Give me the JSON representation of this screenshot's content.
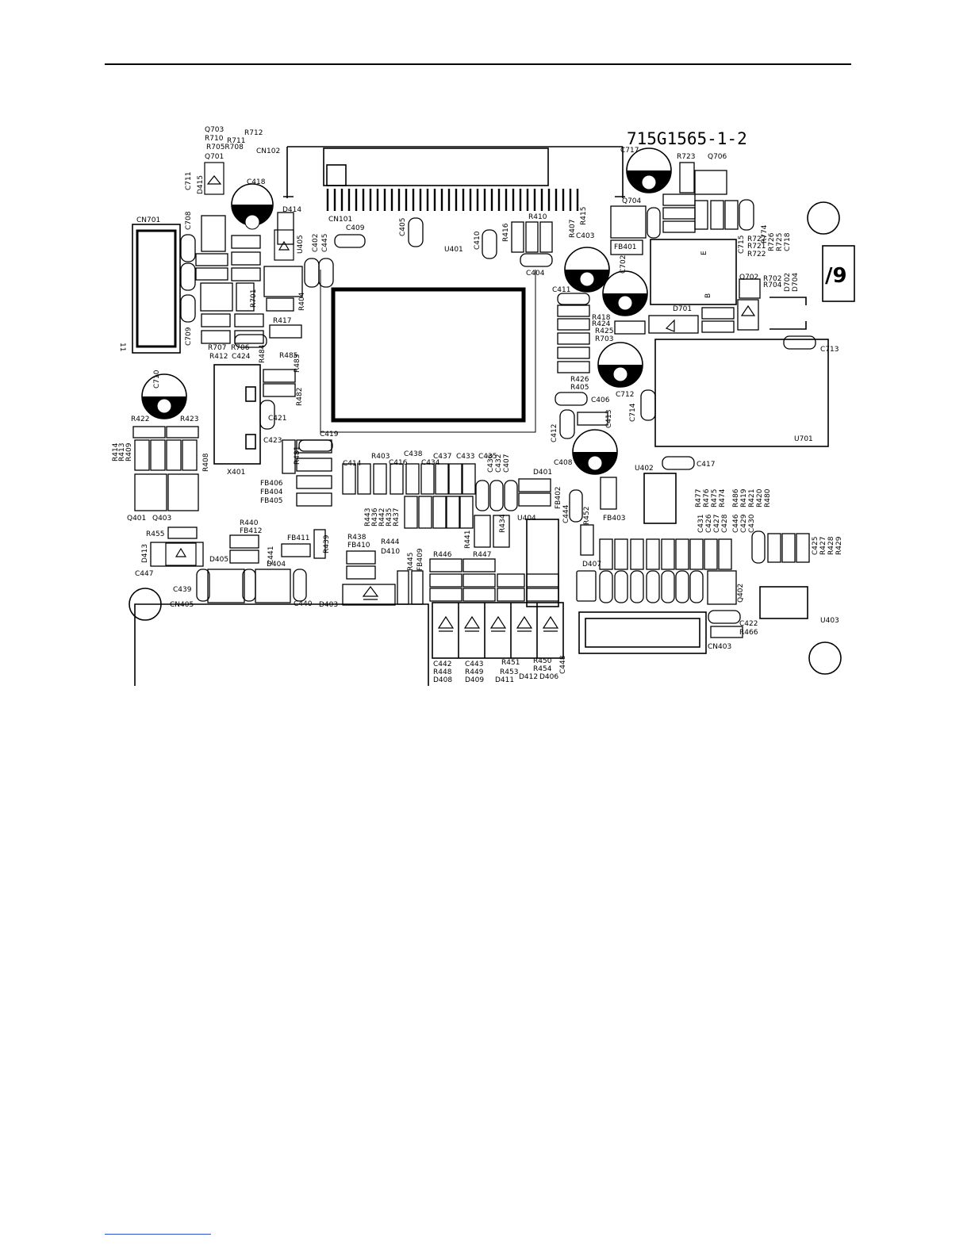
{
  "board": {
    "part_number": "715G1565-1-2",
    "corner_mark": "/9",
    "edge_mark": "11",
    "labels": [
      {
        "id": "q703",
        "text": "Q703"
      },
      {
        "id": "r712",
        "text": "R712"
      },
      {
        "id": "r710",
        "text": "R710"
      },
      {
        "id": "r711",
        "text": "R711"
      },
      {
        "id": "r705r708",
        "text": "R705R708"
      },
      {
        "id": "cn102",
        "text": "CN102"
      },
      {
        "id": "q701",
        "text": "Q701"
      },
      {
        "id": "c717",
        "text": "C717"
      },
      {
        "id": "r723",
        "text": "R723"
      },
      {
        "id": "q706",
        "text": "Q706"
      },
      {
        "id": "c711",
        "text": "C711"
      },
      {
        "id": "d415",
        "text": "D415"
      },
      {
        "id": "c418",
        "text": "C418"
      },
      {
        "id": "d414",
        "text": "D414"
      },
      {
        "id": "cn101",
        "text": "CN101"
      },
      {
        "id": "q704",
        "text": "Q704"
      },
      {
        "id": "cn701",
        "text": "CN701"
      },
      {
        "id": "c708",
        "text": "C708"
      },
      {
        "id": "c409",
        "text": "C409"
      },
      {
        "id": "c405",
        "text": "C405"
      },
      {
        "id": "c410",
        "text": "C410"
      },
      {
        "id": "r416",
        "text": "R416"
      },
      {
        "id": "r410",
        "text": "R410"
      },
      {
        "id": "r407",
        "text": "R407"
      },
      {
        "id": "r415",
        "text": "R415"
      },
      {
        "id": "c403",
        "text": "C403"
      },
      {
        "id": "r727",
        "text": "R727"
      },
      {
        "id": "c715",
        "text": "C715"
      },
      {
        "id": "r721",
        "text": "R721"
      },
      {
        "id": "r722",
        "text": "R722"
      },
      {
        "id": "r774",
        "text": "R774"
      },
      {
        "id": "r726",
        "text": "R726"
      },
      {
        "id": "r725",
        "text": "R725"
      },
      {
        "id": "c718",
        "text": "C718"
      },
      {
        "id": "c402",
        "text": "C402"
      },
      {
        "id": "c445",
        "text": "C445"
      },
      {
        "id": "u405",
        "text": "U405"
      },
      {
        "id": "u401",
        "text": "U401"
      },
      {
        "id": "fb401",
        "text": "FB401"
      },
      {
        "id": "c404",
        "text": "C404"
      },
      {
        "id": "c702",
        "text": "C702"
      },
      {
        "id": "e-mark",
        "text": "E"
      },
      {
        "id": "b-mark",
        "text": "B"
      },
      {
        "id": "q702",
        "text": "Q702"
      },
      {
        "id": "r702",
        "text": "R702"
      },
      {
        "id": "r704",
        "text": "R704"
      },
      {
        "id": "d702",
        "text": "D702"
      },
      {
        "id": "d704",
        "text": "D704"
      },
      {
        "id": "r701",
        "text": "R701"
      },
      {
        "id": "c411",
        "text": "C411"
      },
      {
        "id": "r404",
        "text": "R404"
      },
      {
        "id": "d701",
        "text": "D701"
      },
      {
        "id": "r417",
        "text": "R417"
      },
      {
        "id": "r418",
        "text": "R418"
      },
      {
        "id": "r424",
        "text": "R424"
      },
      {
        "id": "r425",
        "text": "R425"
      },
      {
        "id": "r703",
        "text": "R703"
      },
      {
        "id": "c709",
        "text": "C709"
      },
      {
        "id": "c712",
        "text": "C712"
      },
      {
        "id": "r707",
        "text": "R707"
      },
      {
        "id": "r706",
        "text": "R706"
      },
      {
        "id": "r412",
        "text": "R412"
      },
      {
        "id": "c424",
        "text": "C424"
      },
      {
        "id": "r484",
        "text": "R484"
      },
      {
        "id": "r485",
        "text": "R485"
      },
      {
        "id": "r483",
        "text": "R483"
      },
      {
        "id": "c713",
        "text": "C713"
      },
      {
        "id": "r482",
        "text": "R482"
      },
      {
        "id": "r426",
        "text": "R426"
      },
      {
        "id": "r405",
        "text": "R405"
      },
      {
        "id": "c406",
        "text": "C406"
      },
      {
        "id": "c710",
        "text": "C710"
      },
      {
        "id": "c421",
        "text": "C421"
      },
      {
        "id": "c413",
        "text": "C413"
      },
      {
        "id": "c714",
        "text": "C714"
      },
      {
        "id": "r422",
        "text": "R422"
      },
      {
        "id": "r423",
        "text": "R423"
      },
      {
        "id": "c412",
        "text": "C412"
      },
      {
        "id": "u701",
        "text": "U701"
      },
      {
        "id": "c423",
        "text": "C423"
      },
      {
        "id": "c419",
        "text": "C419"
      },
      {
        "id": "r414",
        "text": "R414"
      },
      {
        "id": "r413",
        "text": "R413"
      },
      {
        "id": "r409",
        "text": "R409"
      },
      {
        "id": "r408",
        "text": "R408"
      },
      {
        "id": "r481",
        "text": "R481"
      },
      {
        "id": "r403",
        "text": "R403"
      },
      {
        "id": "c438",
        "text": "C438"
      },
      {
        "id": "c437",
        "text": "C437"
      },
      {
        "id": "c433",
        "text": "C433"
      },
      {
        "id": "c435",
        "text": "C435"
      },
      {
        "id": "c414",
        "text": "C414"
      },
      {
        "id": "c416",
        "text": "C416"
      },
      {
        "id": "c434",
        "text": "C434"
      },
      {
        "id": "c436",
        "text": "C436"
      },
      {
        "id": "c432",
        "text": "C432"
      },
      {
        "id": "c407",
        "text": "C407"
      },
      {
        "id": "c408",
        "text": "C408"
      },
      {
        "id": "c417",
        "text": "C417"
      },
      {
        "id": "x401",
        "text": "X401"
      },
      {
        "id": "d401",
        "text": "D401"
      },
      {
        "id": "u402",
        "text": "U402"
      },
      {
        "id": "fb406",
        "text": "FB406"
      },
      {
        "id": "fb404",
        "text": "FB404"
      },
      {
        "id": "fb405",
        "text": "FB405"
      },
      {
        "id": "fb402",
        "text": "FB402"
      },
      {
        "id": "c444",
        "text": "C444"
      },
      {
        "id": "r452",
        "text": "R452"
      },
      {
        "id": "r477",
        "text": "R477"
      },
      {
        "id": "r476",
        "text": "R476"
      },
      {
        "id": "r475",
        "text": "R475"
      },
      {
        "id": "r474",
        "text": "R474"
      },
      {
        "id": "r486",
        "text": "R486"
      },
      {
        "id": "r419",
        "text": "R419"
      },
      {
        "id": "r480",
        "text": "R480"
      },
      {
        "id": "r421",
        "text": "R421"
      },
      {
        "id": "r420",
        "text": "R420"
      },
      {
        "id": "q401",
        "text": "Q401"
      },
      {
        "id": "q403",
        "text": "Q403"
      },
      {
        "id": "r443",
        "text": "R443"
      },
      {
        "id": "r436",
        "text": "R436"
      },
      {
        "id": "r442",
        "text": "R442"
      },
      {
        "id": "r435",
        "text": "R435"
      },
      {
        "id": "r437",
        "text": "R437"
      },
      {
        "id": "fb403",
        "text": "FB403"
      },
      {
        "id": "c431",
        "text": "C431"
      },
      {
        "id": "c426",
        "text": "C426"
      },
      {
        "id": "c427",
        "text": "C427"
      },
      {
        "id": "c428",
        "text": "C428"
      },
      {
        "id": "c446",
        "text": "C446"
      },
      {
        "id": "c429",
        "text": "C429"
      },
      {
        "id": "c430",
        "text": "C430"
      },
      {
        "id": "u404",
        "text": "U404"
      },
      {
        "id": "r434",
        "text": "R434"
      },
      {
        "id": "r455",
        "text": "R455"
      },
      {
        "id": "r440",
        "text": "R440"
      },
      {
        "id": "fb412",
        "text": "FB412"
      },
      {
        "id": "fb411",
        "text": "FB411"
      },
      {
        "id": "r439",
        "text": "R439"
      },
      {
        "id": "r441",
        "text": "R441"
      },
      {
        "id": "c425",
        "text": "C425"
      },
      {
        "id": "r427",
        "text": "R427"
      },
      {
        "id": "r428",
        "text": "R428"
      },
      {
        "id": "r429",
        "text": "R429"
      },
      {
        "id": "d413",
        "text": "D413"
      },
      {
        "id": "r438",
        "text": "R438"
      },
      {
        "id": "fb410",
        "text": "FB410"
      },
      {
        "id": "r444",
        "text": "R444"
      },
      {
        "id": "d410",
        "text": "D410"
      },
      {
        "id": "r445",
        "text": "R445"
      },
      {
        "id": "fb409",
        "text": "FB409"
      },
      {
        "id": "d405",
        "text": "D405"
      },
      {
        "id": "c441",
        "text": "C441"
      },
      {
        "id": "r446",
        "text": "R446"
      },
      {
        "id": "r447",
        "text": "R447"
      },
      {
        "id": "d407",
        "text": "D407"
      },
      {
        "id": "c447",
        "text": "C447"
      },
      {
        "id": "d404",
        "text": "D404"
      },
      {
        "id": "c439",
        "text": "C439"
      },
      {
        "id": "q402",
        "text": "Q402"
      },
      {
        "id": "cn405",
        "text": "CN405"
      },
      {
        "id": "c440",
        "text": "C440"
      },
      {
        "id": "d403",
        "text": "D403"
      },
      {
        "id": "u403",
        "text": "U403"
      },
      {
        "id": "c422",
        "text": "C422"
      },
      {
        "id": "r466",
        "text": "R466"
      },
      {
        "id": "cn403",
        "text": "CN403"
      },
      {
        "id": "c442",
        "text": "C442"
      },
      {
        "id": "r448",
        "text": "R448"
      },
      {
        "id": "d408",
        "text": "D408"
      },
      {
        "id": "c443",
        "text": "C443"
      },
      {
        "id": "r449",
        "text": "R449"
      },
      {
        "id": "d409",
        "text": "D409"
      },
      {
        "id": "r451",
        "text": "R451"
      },
      {
        "id": "r453",
        "text": "R453"
      },
      {
        "id": "d411",
        "text": "D411"
      },
      {
        "id": "r450",
        "text": "R450"
      },
      {
        "id": "r454",
        "text": "R454"
      },
      {
        "id": "d412",
        "text": "D412"
      },
      {
        "id": "d406",
        "text": "D406"
      },
      {
        "id": "c448",
        "text": "C448"
      }
    ]
  }
}
